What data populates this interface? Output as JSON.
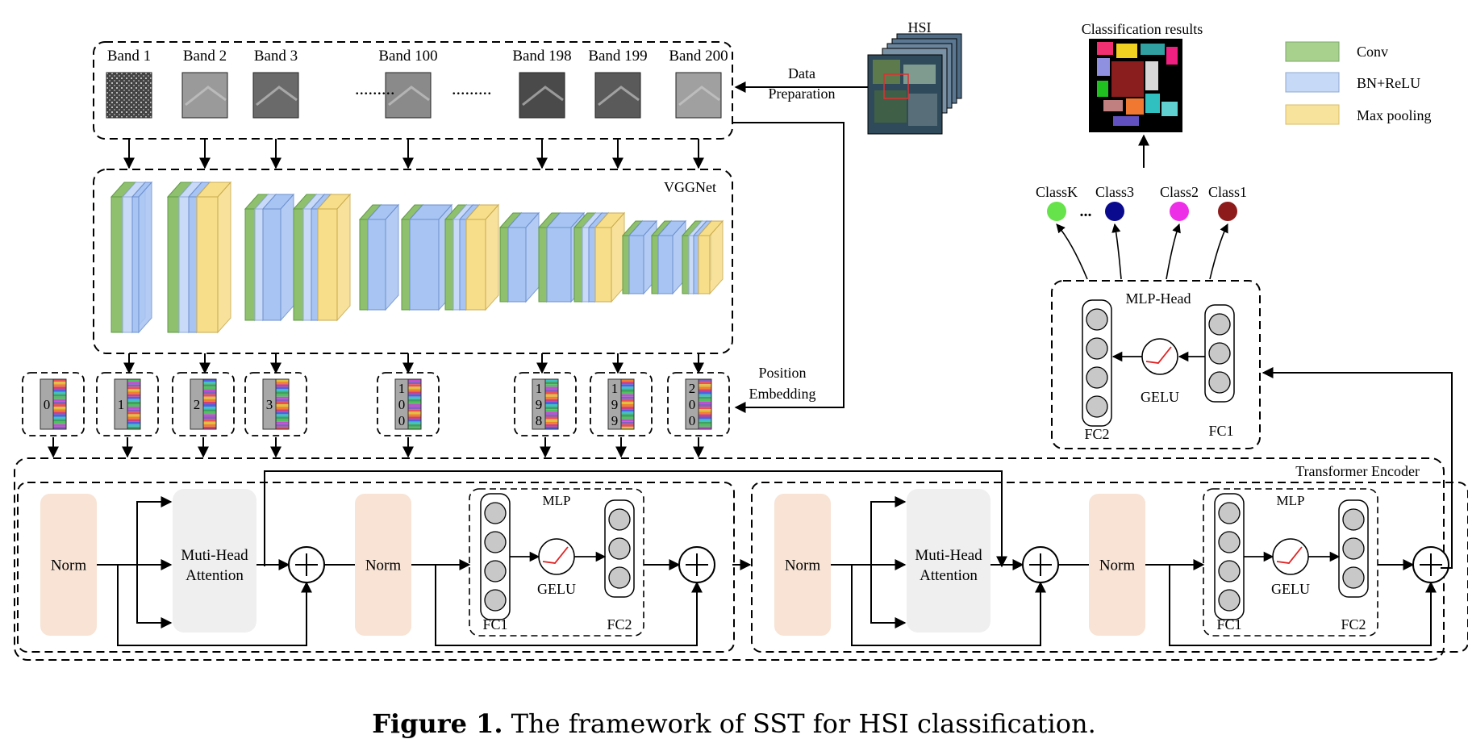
{
  "legend": {
    "conv": "Conv",
    "bn_relu": "BN+ReLU",
    "max_pooling": "Max pooling",
    "colors": {
      "conv": "#a9d18e",
      "bn_relu": "#c6d9f7",
      "max_pooling": "#f8e39c"
    }
  },
  "hsi": {
    "label": "HSI"
  },
  "data_preparation": "Data\nPreparation",
  "classification_results": "Classification results",
  "bands": [
    "Band 1",
    "Band 2",
    "Band 3",
    "Band 100",
    "Band 198",
    "Band 199",
    "Band 200"
  ],
  "band_ellipsis": ".........",
  "vggnet": {
    "label": "VGGNet"
  },
  "position_embedding": "Position\nEmbedding",
  "tokens": [
    "0",
    "1",
    "2",
    "3",
    "1\n0\n0",
    "1\n9\n8",
    "1\n9\n9",
    "2\n0\n0"
  ],
  "classes": [
    {
      "label": "ClassK",
      "color": "#66e24a"
    },
    {
      "label": "Class3",
      "color": "#0a0a8e"
    },
    {
      "label": "Class2",
      "color": "#ee2fe8"
    },
    {
      "label": "Class1",
      "color": "#8e1b1b"
    }
  ],
  "class_ellipsis": "...",
  "mlp_head": {
    "title": "MLP-Head",
    "gelu": "GELU",
    "fc1": "FC1",
    "fc2": "FC2"
  },
  "encoder": {
    "title": "Transformer Encoder",
    "norm": "Norm",
    "attention": "Muti-Head\nAttention",
    "mlp": "MLP",
    "gelu": "GELU",
    "fc1": "FC1",
    "fc2": "FC2"
  },
  "caption": {
    "bold": "Figure 1.",
    "text": " The framework of SST for HSI classification."
  }
}
